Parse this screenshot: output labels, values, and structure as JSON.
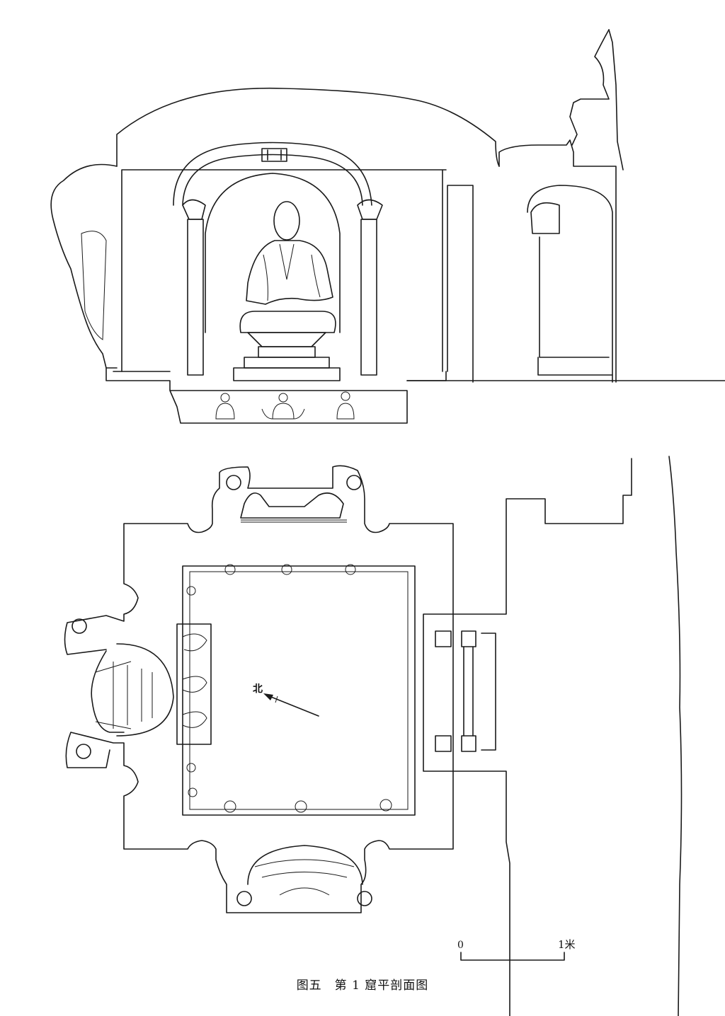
{
  "figure": {
    "caption": "图五　第 1 窟平剖面图",
    "views": [
      "section (elevation)",
      "plan"
    ]
  },
  "north_arrow": {
    "label": "北"
  },
  "scale_bar": {
    "start_label": "0",
    "end_label": "1米"
  },
  "colors": {
    "ink": "#1a1a1a",
    "paper": "#ffffff"
  }
}
